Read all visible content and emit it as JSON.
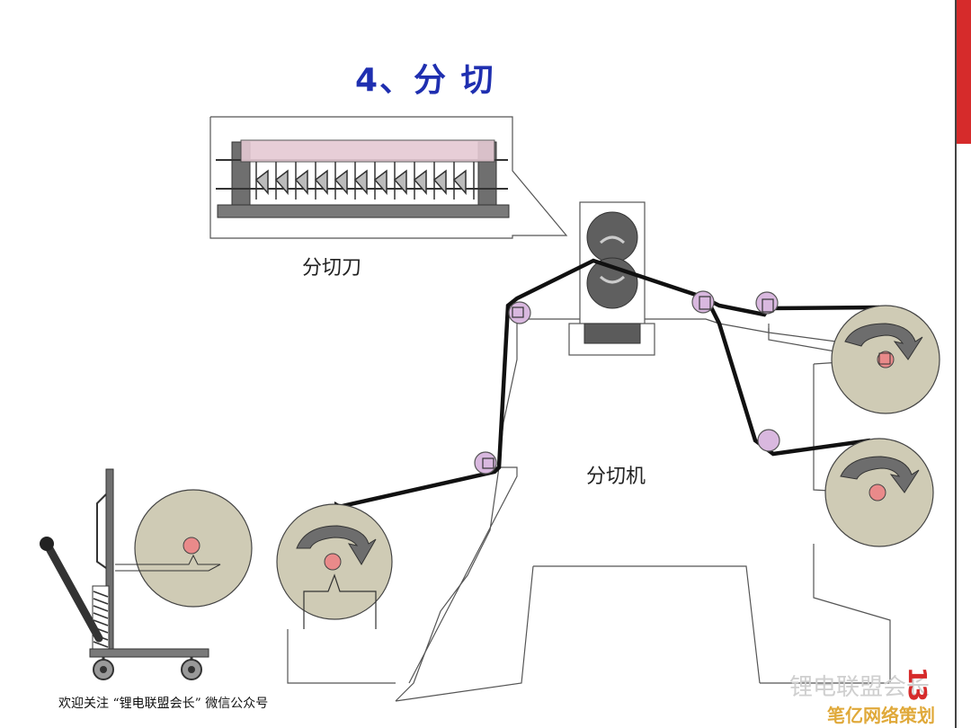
{
  "title": "4、分 切",
  "labels": {
    "knife": "分切刀",
    "machine": "分切机"
  },
  "footer": "欢迎关注 “锂电联盟会长” 微信公众号",
  "watermark": "锂电联盟会长",
  "watermark_brand": "笔亿网络策划",
  "page_number": "13",
  "colors": {
    "title": "#1f2fb0",
    "roll_fill": "#cfcbb5",
    "roller_fill": "#d9b8df",
    "core_fill": "#e98a8a",
    "web": "#111111",
    "arrow": "#6d6d6d",
    "accent_bar": "#d62b2b"
  }
}
